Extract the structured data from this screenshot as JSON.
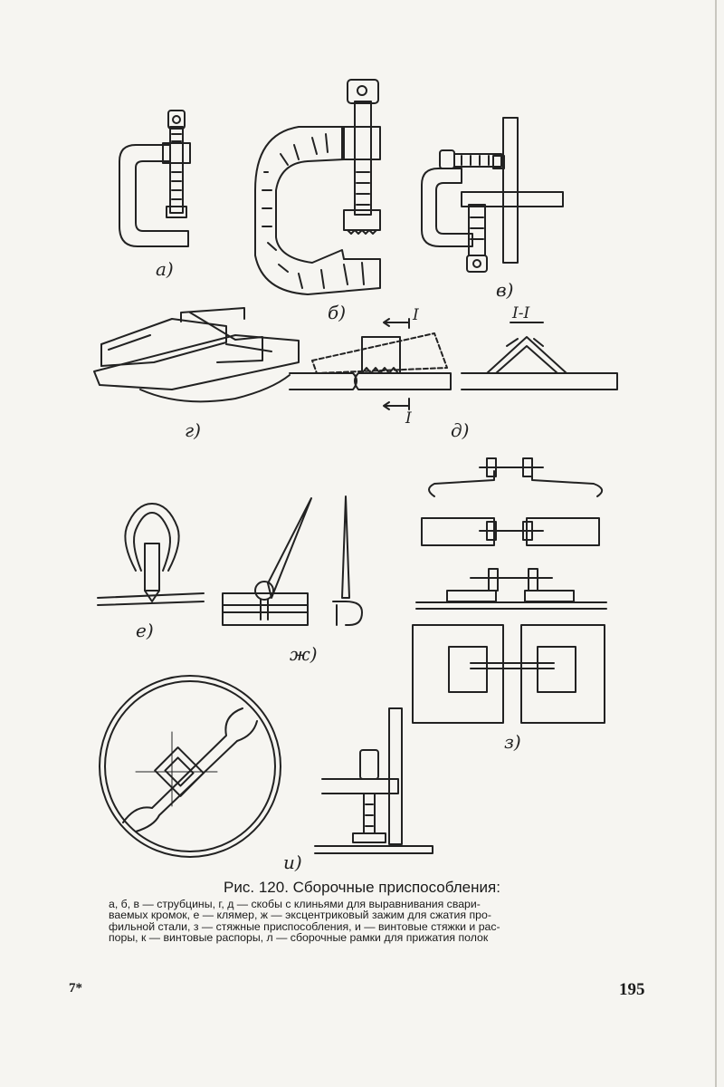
{
  "figure": {
    "number": "Рис. 120.",
    "title": "Сборочные приспособления:",
    "caption_lines": [
      "а, б, в — струбцины, г, д — скобы с клиньями для выравнивания свари-",
      "ваемых кромок, е — клямер, ж — эксцентриковый зажим для сжатия про-",
      "фильной стали, з — стяжные приспособления, и — винтовые стяжки и рас-",
      "поры, к — винтовые распоры, л — сборочные рамки для прижатия полок"
    ]
  },
  "panel_labels": {
    "a": "а)",
    "b": "б)",
    "v": "в)",
    "g": "г)",
    "d": "д)",
    "e": "е)",
    "zh": "ж)",
    "z": "з)",
    "i": "и)"
  },
  "section_labels": {
    "section_title": "I-I",
    "cut_top": "I",
    "cut_bottom": "I"
  },
  "footnote_mark": "7*",
  "page_number": "195"
}
